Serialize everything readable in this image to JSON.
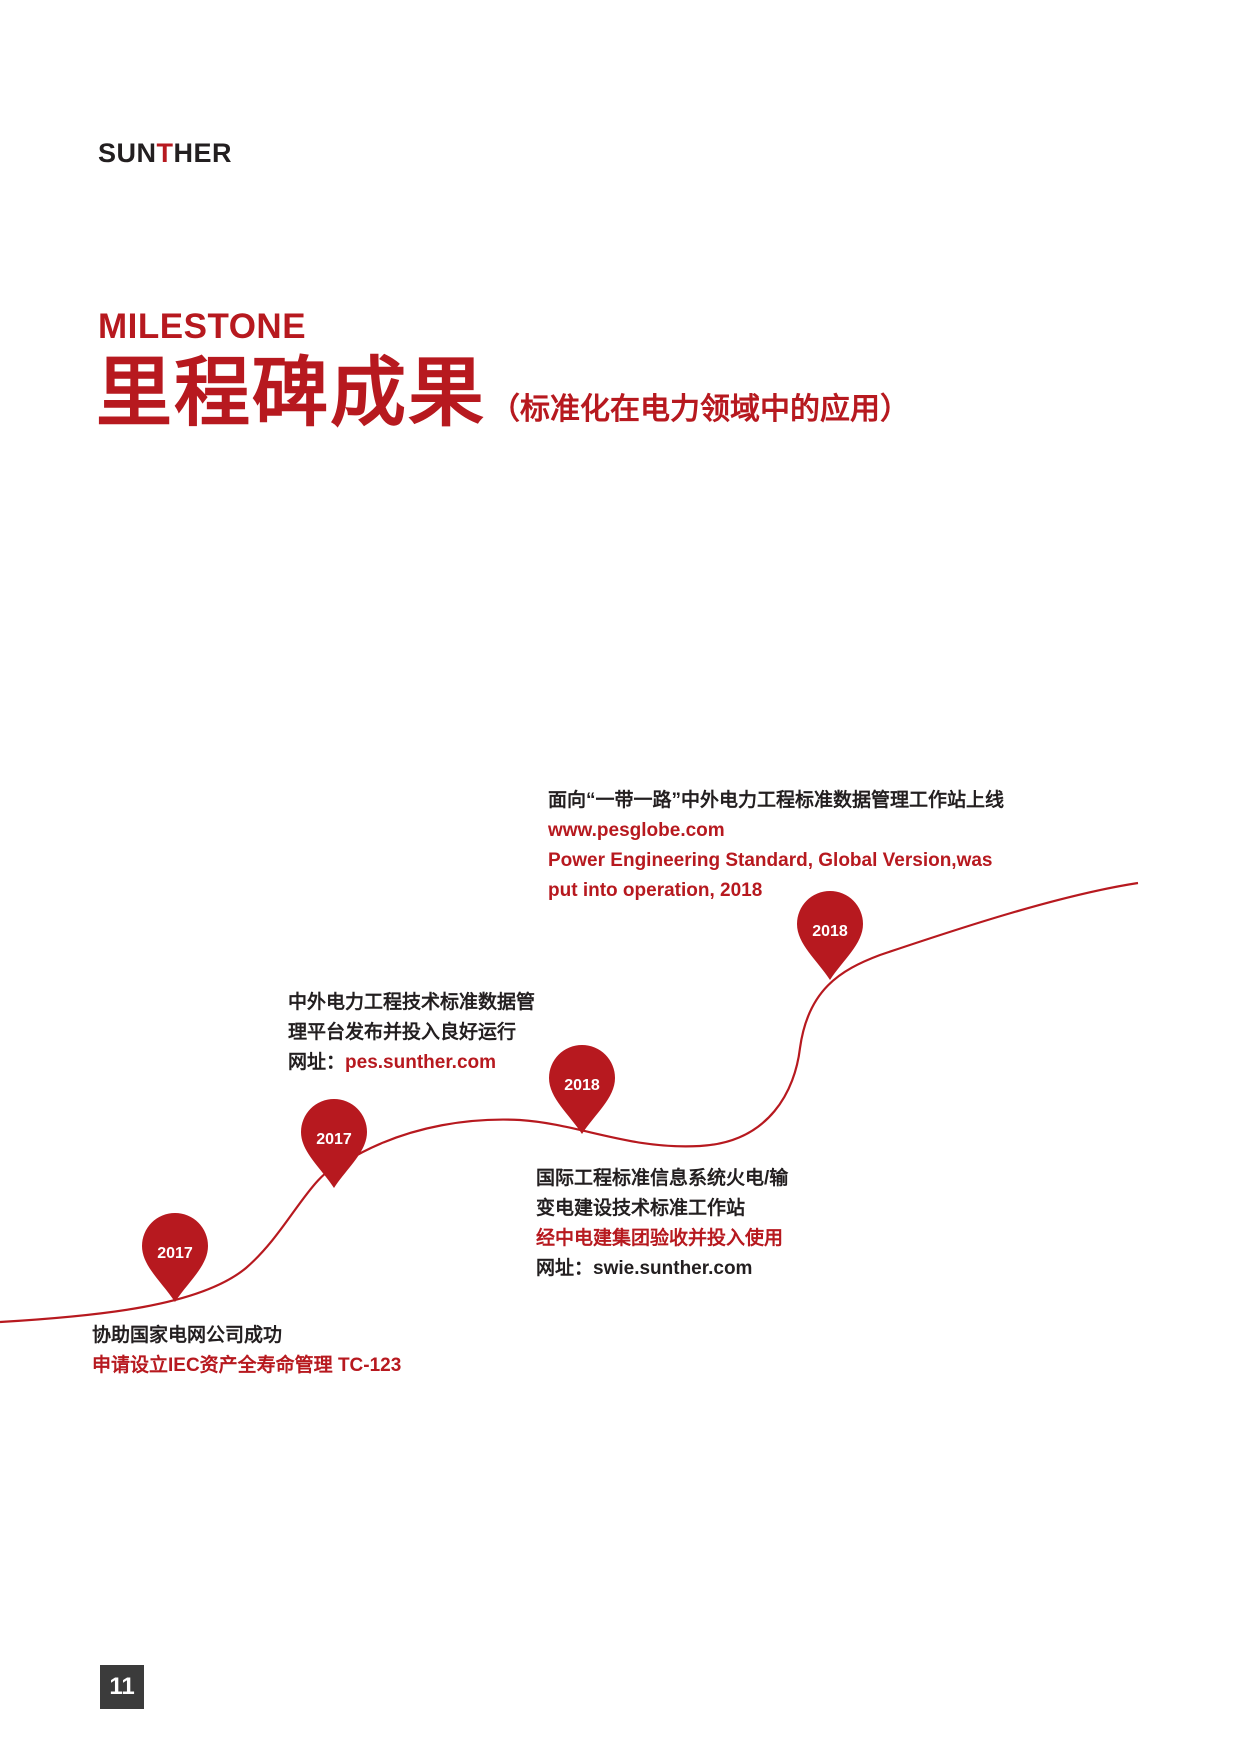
{
  "logo": {
    "pre": "SUN",
    "accent": "T",
    "post": "HER"
  },
  "header": {
    "eyebrow": "MILESTONE",
    "title": "里程碑成果",
    "subtitle": "（标准化在电力领域中的应用）"
  },
  "pins": [
    {
      "year": "2017"
    },
    {
      "year": "2017"
    },
    {
      "year": "2018"
    },
    {
      "year": "2018"
    }
  ],
  "milestones": {
    "m1": {
      "line1": "协助国家电网公司成功",
      "line2": "申请设立IEC资产全寿命管理 TC-123"
    },
    "m2": {
      "line1": "中外电力工程技术标准数据管",
      "line2": "理平台发布并投入良好运行",
      "url_prefix": "网址：",
      "url": "pes.sunther.com"
    },
    "m3": {
      "line1": "国际工程标准信息系统火电/输",
      "line2": "变电建设技术标准工作站",
      "line3": "经中电建集团验收并投入使用",
      "url_line": "网址：swie.sunther.com"
    },
    "m4": {
      "line1": "面向“一带一路”中外电力工程标准数据管理工作站上线",
      "url": "www.pesglobe.com",
      "en1": "Power Engineering Standard, Global Version,was",
      "en2": "put into operation, 2018"
    }
  },
  "page_number": "11",
  "colors": {
    "accent": "#b7191f",
    "text": "#231f20",
    "page_badge": "#3b3b3b"
  }
}
